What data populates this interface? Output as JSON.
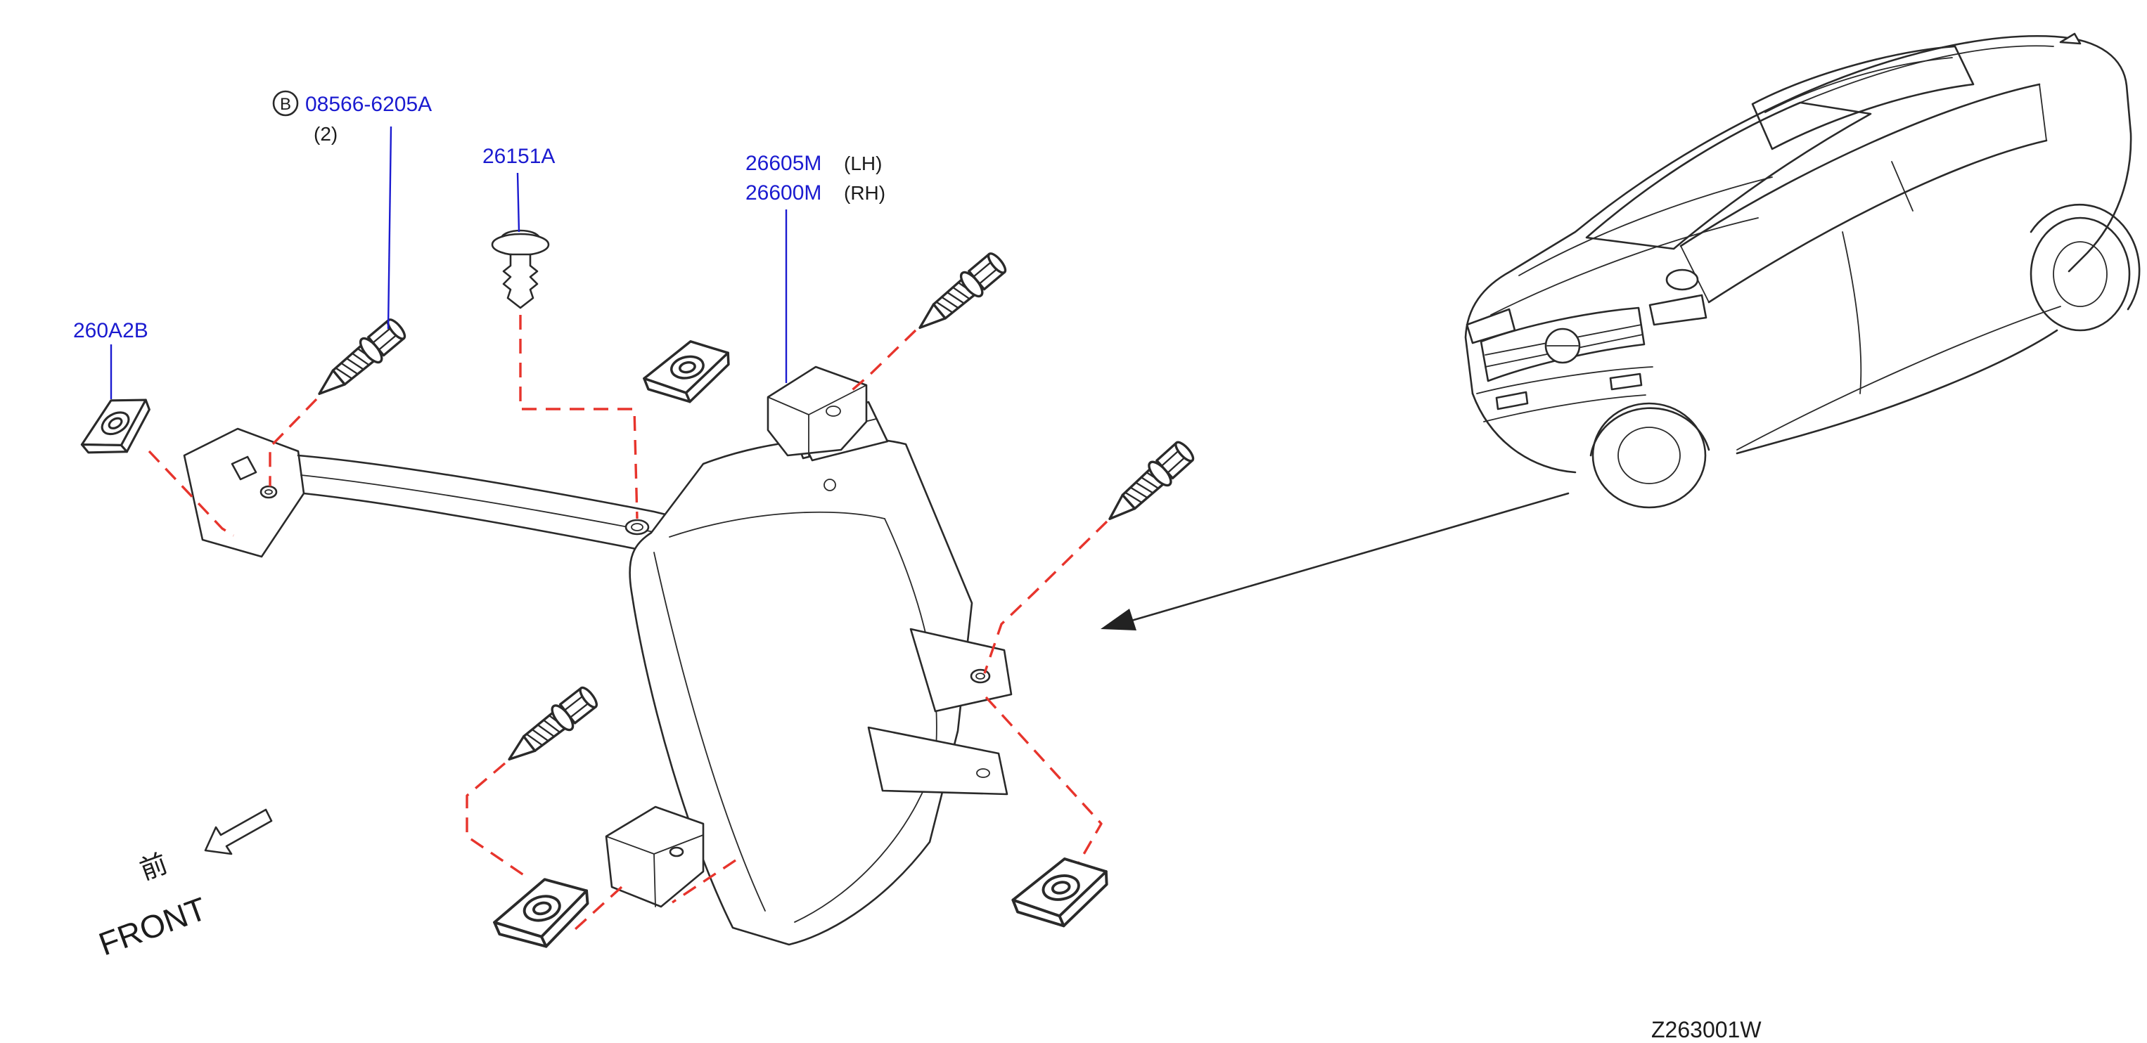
{
  "diagram": {
    "code": "Z263001W",
    "front_label": {
      "japanese": "前",
      "english": "FRONT"
    },
    "parts": {
      "bolt": {
        "callout": "B",
        "number": "08566-6205A",
        "qty": "(2)"
      },
      "grommet_clip": {
        "number": "26151A"
      },
      "fog_lamp_lh": {
        "number": "26605M",
        "side": "(LH)"
      },
      "fog_lamp_rh": {
        "number": "26600M",
        "side": "(RH)"
      },
      "clip_nut": {
        "number": "260A2B"
      }
    },
    "colors": {
      "part_link_blue": "#1b1bd0",
      "assembly_dash_red": "#e7342c",
      "line_art": "#2a2a2a"
    }
  }
}
